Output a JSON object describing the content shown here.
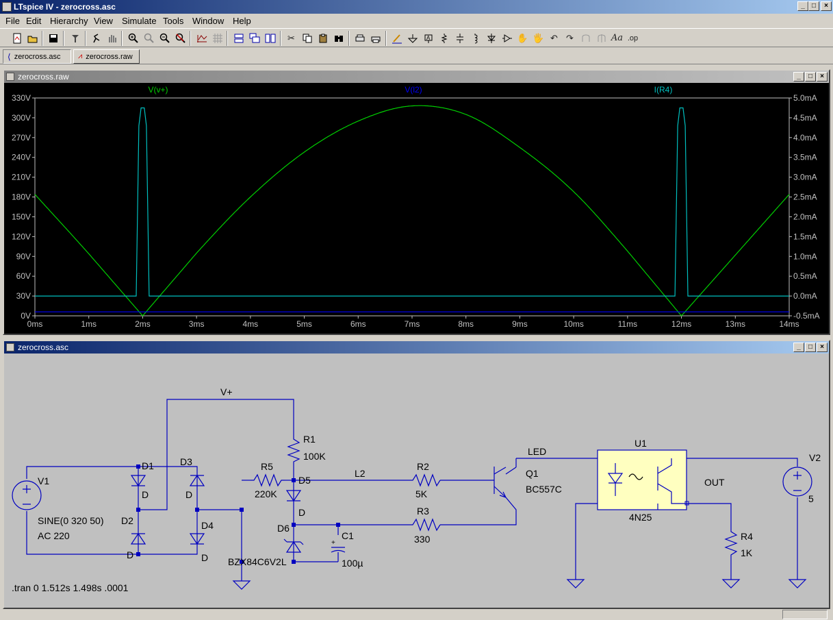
{
  "window": {
    "title": "LTspice IV - zerocross.asc"
  },
  "menu": [
    "File",
    "Edit",
    "Hierarchy",
    "View",
    "Simulate",
    "Tools",
    "Window",
    "Help"
  ],
  "doc_tabs": [
    {
      "label": "zerocross.asc",
      "active": true
    },
    {
      "label": "zerocross.raw",
      "active": false
    }
  ],
  "plot": {
    "window_title": "zerocross.raw",
    "traces": [
      {
        "name": "V(v+)",
        "color": "#00d000"
      },
      {
        "name": "V(l2)",
        "color": "#0000ff"
      },
      {
        "name": "I(R4)",
        "color": "#00c0c0"
      }
    ],
    "left_ticks": [
      "0V",
      "30V",
      "60V",
      "90V",
      "120V",
      "150V",
      "180V",
      "210V",
      "240V",
      "270V",
      "300V",
      "330V"
    ],
    "right_ticks": [
      "-0.5mA",
      "0.0mA",
      "0.5mA",
      "1.0mA",
      "1.5mA",
      "2.0mA",
      "2.5mA",
      "3.0mA",
      "3.5mA",
      "4.0mA",
      "4.5mA",
      "5.0mA"
    ],
    "x_ticks": [
      "0ms",
      "1ms",
      "2ms",
      "3ms",
      "4ms",
      "5ms",
      "6ms",
      "7ms",
      "8ms",
      "9ms",
      "10ms",
      "11ms",
      "12ms",
      "13ms",
      "14ms"
    ]
  },
  "chart_data": {
    "type": "line",
    "xlim": [
      0,
      14
    ],
    "ylim_left": [
      0,
      330
    ],
    "ylim_right": [
      -0.5,
      5.0
    ],
    "series": [
      {
        "name": "V(v+)",
        "axis": "left",
        "x_ms": [
          0,
          1,
          2,
          3,
          4,
          5,
          6,
          7,
          8,
          9,
          10,
          11,
          12,
          13,
          14
        ],
        "values": [
          184,
          94,
          0,
          95,
          180,
          248,
          295,
          318,
          305,
          255,
          188,
          98,
          0,
          92,
          184
        ]
      },
      {
        "name": "V(l2)",
        "axis": "left",
        "x_ms": [
          0,
          14
        ],
        "values": [
          6,
          6
        ]
      },
      {
        "name": "I(R4)",
        "axis": "right",
        "x_ms": [
          0,
          1.88,
          1.93,
          1.97,
          2.03,
          2.07,
          2.12,
          11.88,
          11.93,
          11.97,
          12.03,
          12.07,
          12.12,
          14
        ],
        "values": [
          0.0,
          0.0,
          4.3,
          4.75,
          4.75,
          4.3,
          0.0,
          0.0,
          4.3,
          4.75,
          4.75,
          4.3,
          0.0,
          0.0
        ]
      }
    ]
  },
  "schematic": {
    "window_title": "zerocross.asc",
    "labels": {
      "v1": "V1",
      "v1_params1": "SINE(0 320 50)",
      "v1_params2": "AC 220",
      "d1": "D1",
      "d2": "D2",
      "d3": "D3",
      "d4": "D4",
      "d_d1": "D",
      "d_d2": "D",
      "d_d3": "D",
      "d_d4": "D",
      "vplus": "V+",
      "r1": "R1",
      "r1v": "100K",
      "r5": "R5",
      "r5v": "220K",
      "d5": "D5",
      "d5v": "D",
      "d6": "D6",
      "d6v": "BZX84C6V2L",
      "c1": "C1",
      "c1v": "100µ",
      "l2": "L2",
      "r2": "R2",
      "r2v": "5K",
      "r3": "R3",
      "r3v": "330",
      "q1": "Q1",
      "q1v": "BC557C",
      "led": "LED",
      "u1": "U1",
      "u1v": "4N25",
      "out": "OUT",
      "r4": "R4",
      "r4v": "1K",
      "v2": "V2",
      "v2v": "5"
    },
    "directive": ".tran 0 1.512s 1.498s .0001"
  }
}
